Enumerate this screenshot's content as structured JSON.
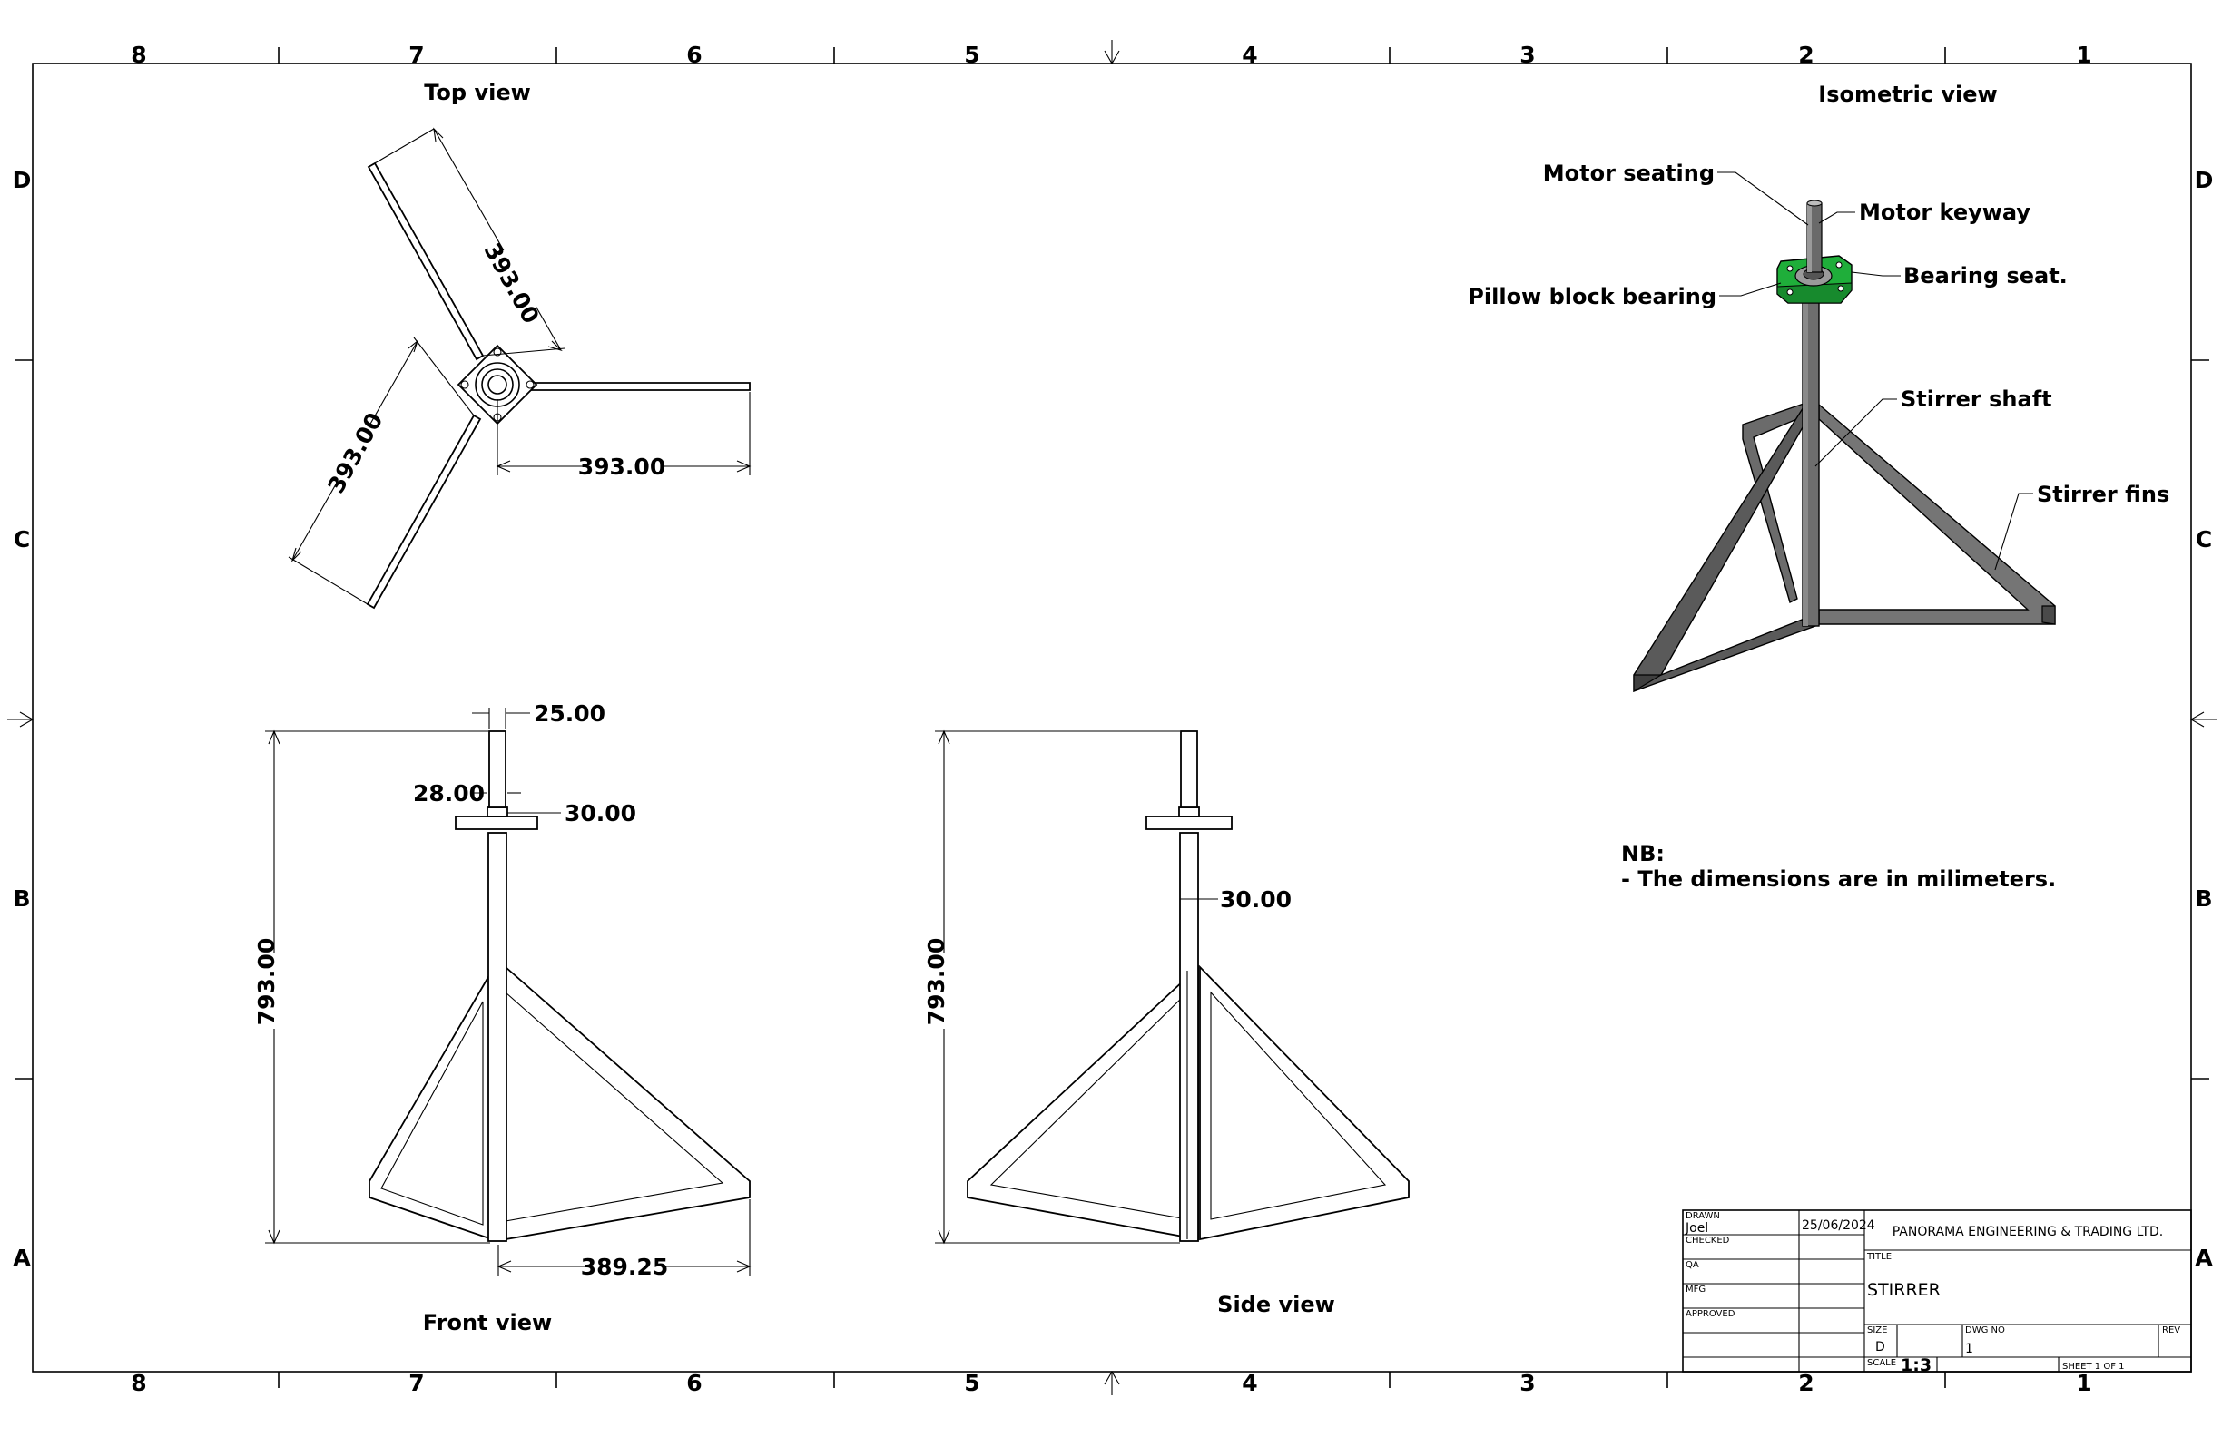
{
  "frame": {
    "columns": [
      "8",
      "7",
      "6",
      "5",
      "4",
      "3",
      "2",
      "1"
    ],
    "rows": [
      "D",
      "C",
      "B",
      "A"
    ]
  },
  "views": {
    "top": "Top view",
    "isometric": "Isometric view",
    "front": "Front view",
    "side": "Side view"
  },
  "dimensions": {
    "top_arm_1": "393.00",
    "top_arm_2": "393.00",
    "top_arm_3": "393.00",
    "front_shaft_dia": "25.00",
    "front_seat": "28.00",
    "front_bearing": "30.00",
    "front_height": "793.00",
    "front_base": "389.25",
    "side_height": "793.00",
    "side_shaft": "30.00"
  },
  "callouts": {
    "motor_seating": "Motor seating",
    "motor_keyway": "Motor keyway",
    "pillow_block": "Pillow block bearing",
    "bearing_seat": "Bearing seat.",
    "stirrer_shaft": "Stirrer shaft",
    "stirrer_fins": "Stirrer fins"
  },
  "notes": {
    "heading": "NB:",
    "line1": "- The dimensions are in milimeters."
  },
  "title_block": {
    "drawn_label": "DRAWN",
    "drawn_by": "Joel",
    "date": "25/06/2024",
    "checked_label": "CHECKED",
    "qa_label": "QA",
    "mfg_label": "MFG",
    "approved_label": "APPROVED",
    "company": "PANORAMA ENGINEERING & TRADING LTD.",
    "title_label": "TITLE",
    "title": "STIRRER",
    "size_label": "SIZE",
    "size": "D",
    "dwg_no_label": "DWG NO",
    "dwg_no": "1",
    "rev_label": "REV",
    "scale_label": "SCALE",
    "scale": "1:3",
    "sheet": "SHEET 1  OF 1"
  },
  "colors": {
    "line": "#000000",
    "bearing_green": "#1fae3a",
    "steel_dark": "#4a4a4a",
    "steel_mid": "#6b6b6b",
    "steel_light": "#8a8a8a"
  }
}
